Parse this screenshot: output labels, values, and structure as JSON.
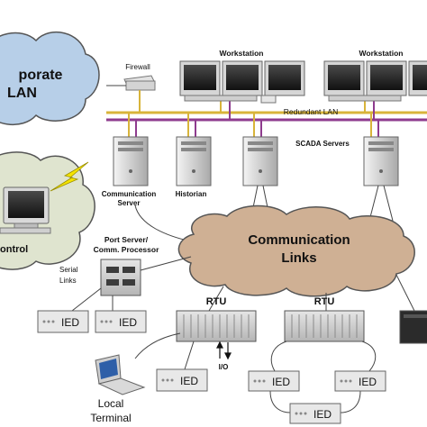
{
  "labels": {
    "corporate_lan_line1": "porate",
    "corporate_lan_line2": "LAN",
    "control_cloud": "ontrol",
    "firewall": "Firewall",
    "workstation_left": "Workstation",
    "workstation_right": "Workstation",
    "redundant_lan": "Redundant LAN",
    "scada_servers": "SCADA Servers",
    "communication_server_line1": "Communication",
    "communication_server_line2": "Server",
    "historian": "Historian",
    "port_server_line1": "Port Server/",
    "port_server_line2": "Comm. Processor",
    "serial_links_line1": "Serial",
    "serial_links_line2": "Links",
    "communication_links_line1": "Communication",
    "communication_links_line2": "Links",
    "rtu_left": "RTU",
    "rtu_right": "RTU",
    "io": "I/O",
    "local_terminal_line1": "Local",
    "local_terminal_line2": "Terminal",
    "ied": "IED"
  },
  "colors": {
    "corporate_cloud": "#b7cfe8",
    "control_cloud": "#dfe4cf",
    "comm_cloud": "#cfb094",
    "lan_purple": "#8e3b8e",
    "lan_yellow": "#d8b43a",
    "device_gray": "#c9c9c9",
    "ied_box": "#e8e8e8"
  }
}
